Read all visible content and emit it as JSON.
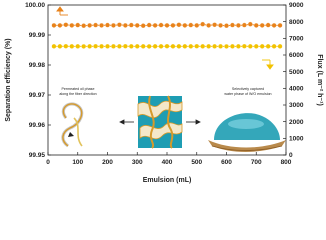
{
  "chart_data": {
    "type": "line",
    "xlabel": "Emulsion (mL)",
    "ylabel_left": "Separation efficiency (%)",
    "ylabel_right": "Flux (L m⁻² h⁻¹)",
    "xlim": [
      0,
      800
    ],
    "ylim_left": [
      99.95,
      100.0
    ],
    "ylim_right": [
      0,
      9000
    ],
    "x_ticks": [
      "0",
      "100",
      "200",
      "300",
      "400",
      "500",
      "600",
      "700",
      "800"
    ],
    "y_left_ticks": [
      "99.95",
      "99.96",
      "99.97",
      "99.98",
      "99.99",
      "100.00"
    ],
    "y_right_ticks": [
      "0",
      "1000",
      "2000",
      "3000",
      "4000",
      "5000",
      "6000",
      "7000",
      "8000",
      "9000"
    ],
    "grid": false,
    "series": [
      {
        "axis": "left",
        "color": "#E8821A",
        "marker": "circle",
        "x": [
          20,
          40,
          60,
          80,
          100,
          120,
          140,
          160,
          180,
          200,
          220,
          240,
          260,
          280,
          300,
          320,
          340,
          360,
          380,
          400,
          420,
          440,
          460,
          480,
          500,
          520,
          540,
          560,
          580,
          600,
          620,
          640,
          660,
          680,
          700,
          720,
          740,
          760,
          780
        ],
        "values": [
          99.9932,
          99.9932,
          99.9934,
          99.9932,
          99.9933,
          99.9931,
          99.9932,
          99.9933,
          99.9932,
          99.9933,
          99.9932,
          99.9934,
          99.9932,
          99.9933,
          99.9932,
          99.9931,
          99.9933,
          99.9932,
          99.9933,
          99.9932,
          99.9932,
          99.9934,
          99.9932,
          99.9933,
          99.9932,
          99.9936,
          99.9932,
          99.9934,
          99.9932,
          99.9931,
          99.9933,
          99.9932,
          99.9933,
          99.9936,
          99.9932,
          99.9932,
          99.9933,
          99.9932,
          99.9932
        ]
      },
      {
        "axis": "right",
        "color": "#F2C200",
        "marker": "circle",
        "x": [
          20,
          40,
          60,
          80,
          100,
          120,
          140,
          160,
          180,
          200,
          220,
          240,
          260,
          280,
          300,
          320,
          340,
          360,
          380,
          400,
          420,
          440,
          460,
          480,
          500,
          520,
          540,
          560,
          580,
          600,
          620,
          640,
          660,
          680,
          700,
          720,
          740,
          760,
          780
        ],
        "values": [
          6520,
          6520,
          6525,
          6520,
          6520,
          6515,
          6520,
          6525,
          6520,
          6520,
          6520,
          6520,
          6525,
          6520,
          6520,
          6520,
          6515,
          6520,
          6520,
          6525,
          6520,
          6520,
          6520,
          6520,
          6525,
          6520,
          6520,
          6520,
          6520,
          6515,
          6520,
          6520,
          6525,
          6520,
          6520,
          6520,
          6520,
          6520,
          6520
        ]
      }
    ],
    "annotations": {
      "left_text": [
        "Permeated oil phase",
        "along the fiber direction"
      ],
      "right_text": [
        "Selectively captured",
        "water phase of W/O emulsion"
      ]
    }
  },
  "colors": {
    "efficiency": "#E8821A",
    "flux": "#F2C200",
    "water": "#1E9DB3",
    "fiber": "#D69A2A"
  }
}
